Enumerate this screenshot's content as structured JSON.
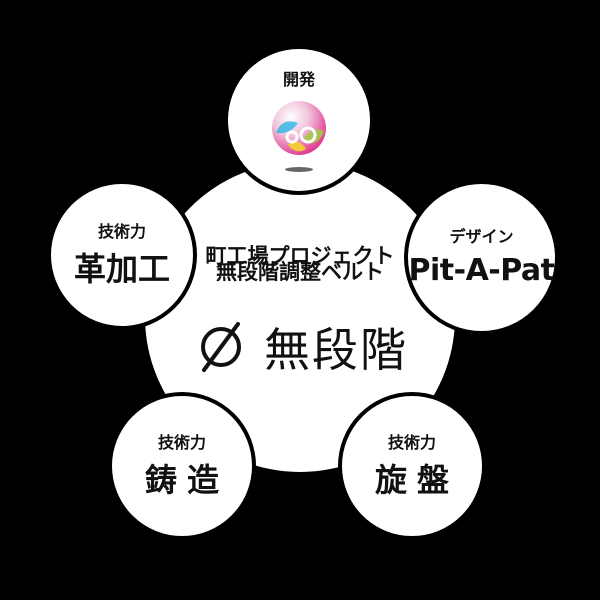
{
  "center": {
    "title_line1": "町工場プロジェクト",
    "title_line2": "無段階調整ベルト",
    "logo_text": "無段階",
    "logo_icon": "empty-set-symbol"
  },
  "satellites": {
    "top": {
      "caption": "開発",
      "icon": "colorful-sphere-logo"
    },
    "right": {
      "caption": "デザイン",
      "label": "Pit-A-Pat"
    },
    "left": {
      "caption": "技術力",
      "label": "革加工"
    },
    "bottom_left": {
      "caption": "技術力",
      "label": "鋳造"
    },
    "bottom_right": {
      "caption": "技術力",
      "label": "旋盤"
    }
  },
  "colors": {
    "background": "#000000",
    "circle_fill": "#ffffff",
    "text": "#111111",
    "sphere_pink": "#e0338a",
    "sphere_cyan": "#37b8e6",
    "sphere_green": "#9fcf3f",
    "sphere_yellow": "#f4d32a"
  }
}
